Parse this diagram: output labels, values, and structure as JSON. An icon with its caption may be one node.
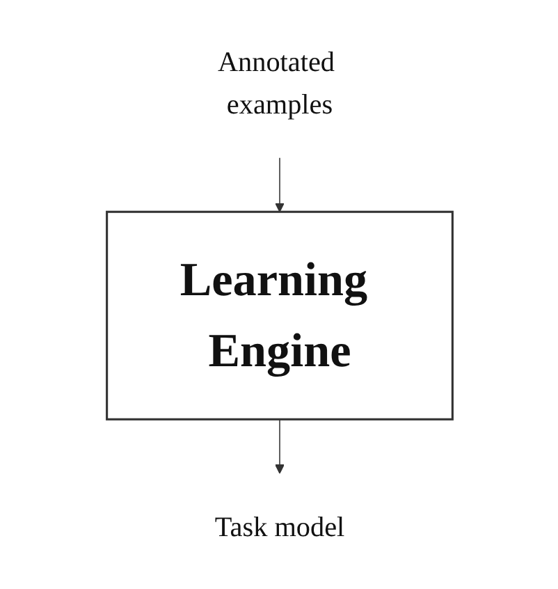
{
  "diagram": {
    "nodes": [
      {
        "text": [
          "Annotated examples"
        ]
      },
      {
        "text": [
          "Learning Engine"
        ]
      },
      {
        "text": [
          "Task model"
        ]
      }
    ],
    "edges": [
      {
        "from": 0,
        "to": 1,
        "arrow": "to"
      },
      {
        "from": 1,
        "to": 2,
        "arrow": "to"
      }
    ]
  }
}
